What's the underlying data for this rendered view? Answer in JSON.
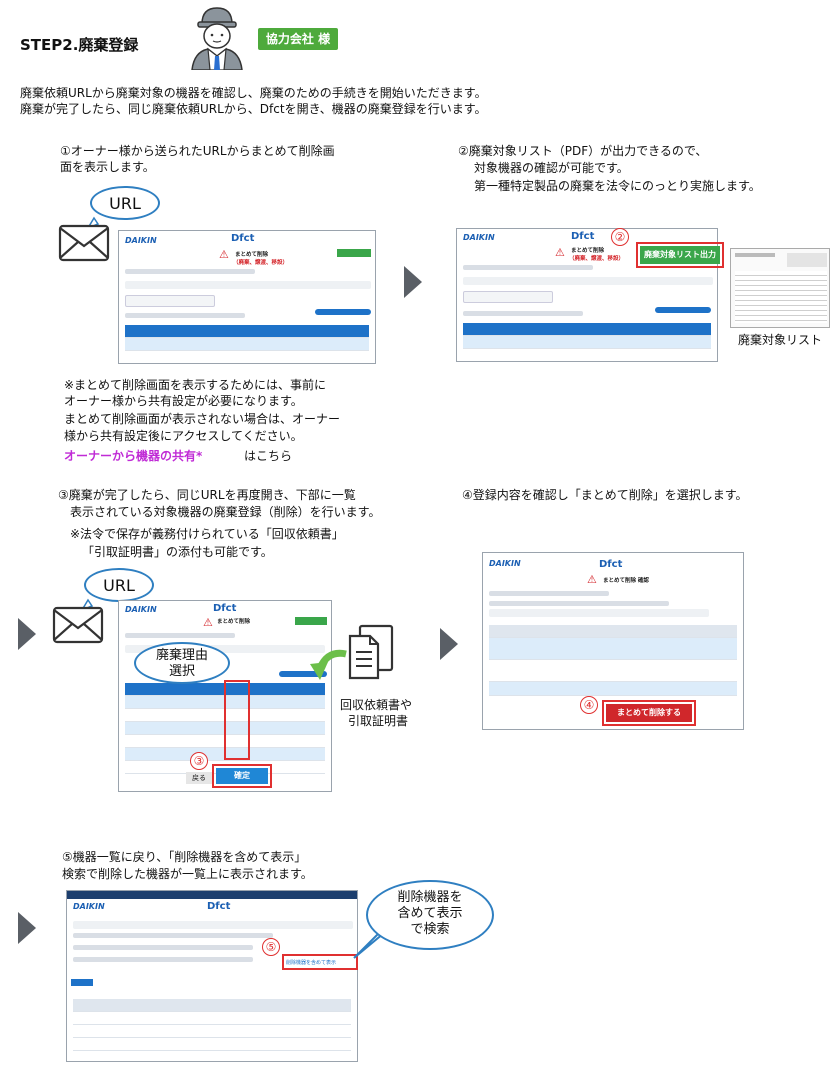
{
  "header": {
    "title": "STEP2.廃棄登録",
    "badge": "協力会社 様"
  },
  "intro": [
    "廃棄依頼URLから廃棄対象の機器を確認し、廃棄のための手続きを開始いただきます。",
    "廃棄が完了したら、同じ廃棄依頼URLから、Dfctを開き、機器の廃棄登録を行います。"
  ],
  "step1": {
    "text": [
      "①オーナー様から送られたURLからまとめて削除画",
      "面を表示します。"
    ],
    "bubble": "URL",
    "note": [
      "※まとめて削除画面を表示するためには、事前に",
      "オーナー様から共有設定が必要になります。",
      "まとめて削除画面が表示されない場合は、オーナー",
      "様から共有設定後にアクセスしてください。"
    ],
    "link": "オーナーから機器の共有*",
    "link_suffix": "はこちら"
  },
  "step2": {
    "text": [
      "②廃棄対象リスト（PDF）が出力できるので、",
      "対象機器の確認が可能です。",
      "第一種特定製品の廃棄を法令にのっとり実施します。"
    ],
    "button": "廃棄対象リスト出力",
    "num": "②",
    "caption": "廃棄対象リスト"
  },
  "step3": {
    "text": [
      "③廃棄が完了したら、同じURLを再度開き、下部に一覧",
      "表示されている対象機器の廃棄登録（削除）を行います。"
    ],
    "sub": [
      "※法令で保存が義務付けられている「回収依頼書」",
      "「引取証明書」の添付も可能です。"
    ],
    "bubble": "URL",
    "reason_bubble": [
      "廃棄理由",
      "選択"
    ],
    "doc_caption": [
      "回収依頼書や",
      "引取証明書"
    ],
    "num": "③",
    "confirm": "確定",
    "back": "戻る"
  },
  "step4": {
    "text": "④登録内容を確認し「まとめて削除」を選択します。",
    "num": "④",
    "button": "まとめて削除する",
    "screen_title": "まとめて削除 確認"
  },
  "step5": {
    "text": [
      "⑤機器一覧に戻り、「削除機器を含めて表示」",
      "検索で削除した機器が一覧上に表示されます。"
    ],
    "bubble": [
      "削除機器を",
      "含めて表示",
      "で検索"
    ],
    "num": "⑤",
    "checkbox_label": "削除機器を含めて表示"
  },
  "screen": {
    "brand": "DAIKIN",
    "app": "Dfct",
    "title": "まとめて削除",
    "sub": "（廃棄、譲渡、移設）"
  },
  "colors": {
    "accent": "#1e72c8",
    "green": "#3aa64a",
    "red": "#d0272b",
    "link": "#c02bd6"
  }
}
